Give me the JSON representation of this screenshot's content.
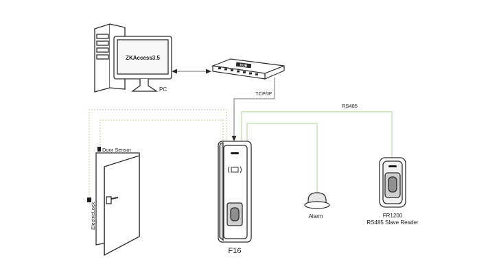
{
  "pc": {
    "screen_text": "ZKAccess3.5",
    "label": "PC"
  },
  "switch": {
    "logo_text": "HUB"
  },
  "connections": {
    "tcpip_label": "TCP/IP",
    "rs485_label": "RS485"
  },
  "door": {
    "sensor_label": "Door Sensor",
    "lock_label": "ElectricLock"
  },
  "main_unit": {
    "label": "F16"
  },
  "alarm": {
    "label": "Alarm"
  },
  "slave_reader": {
    "model": "FR1200",
    "description": "RS485 Slave Reader"
  },
  "colors": {
    "wire_green": "#bcd9a6",
    "wire_gray": "#8a8a8a",
    "outline": "#2b2b2b"
  }
}
